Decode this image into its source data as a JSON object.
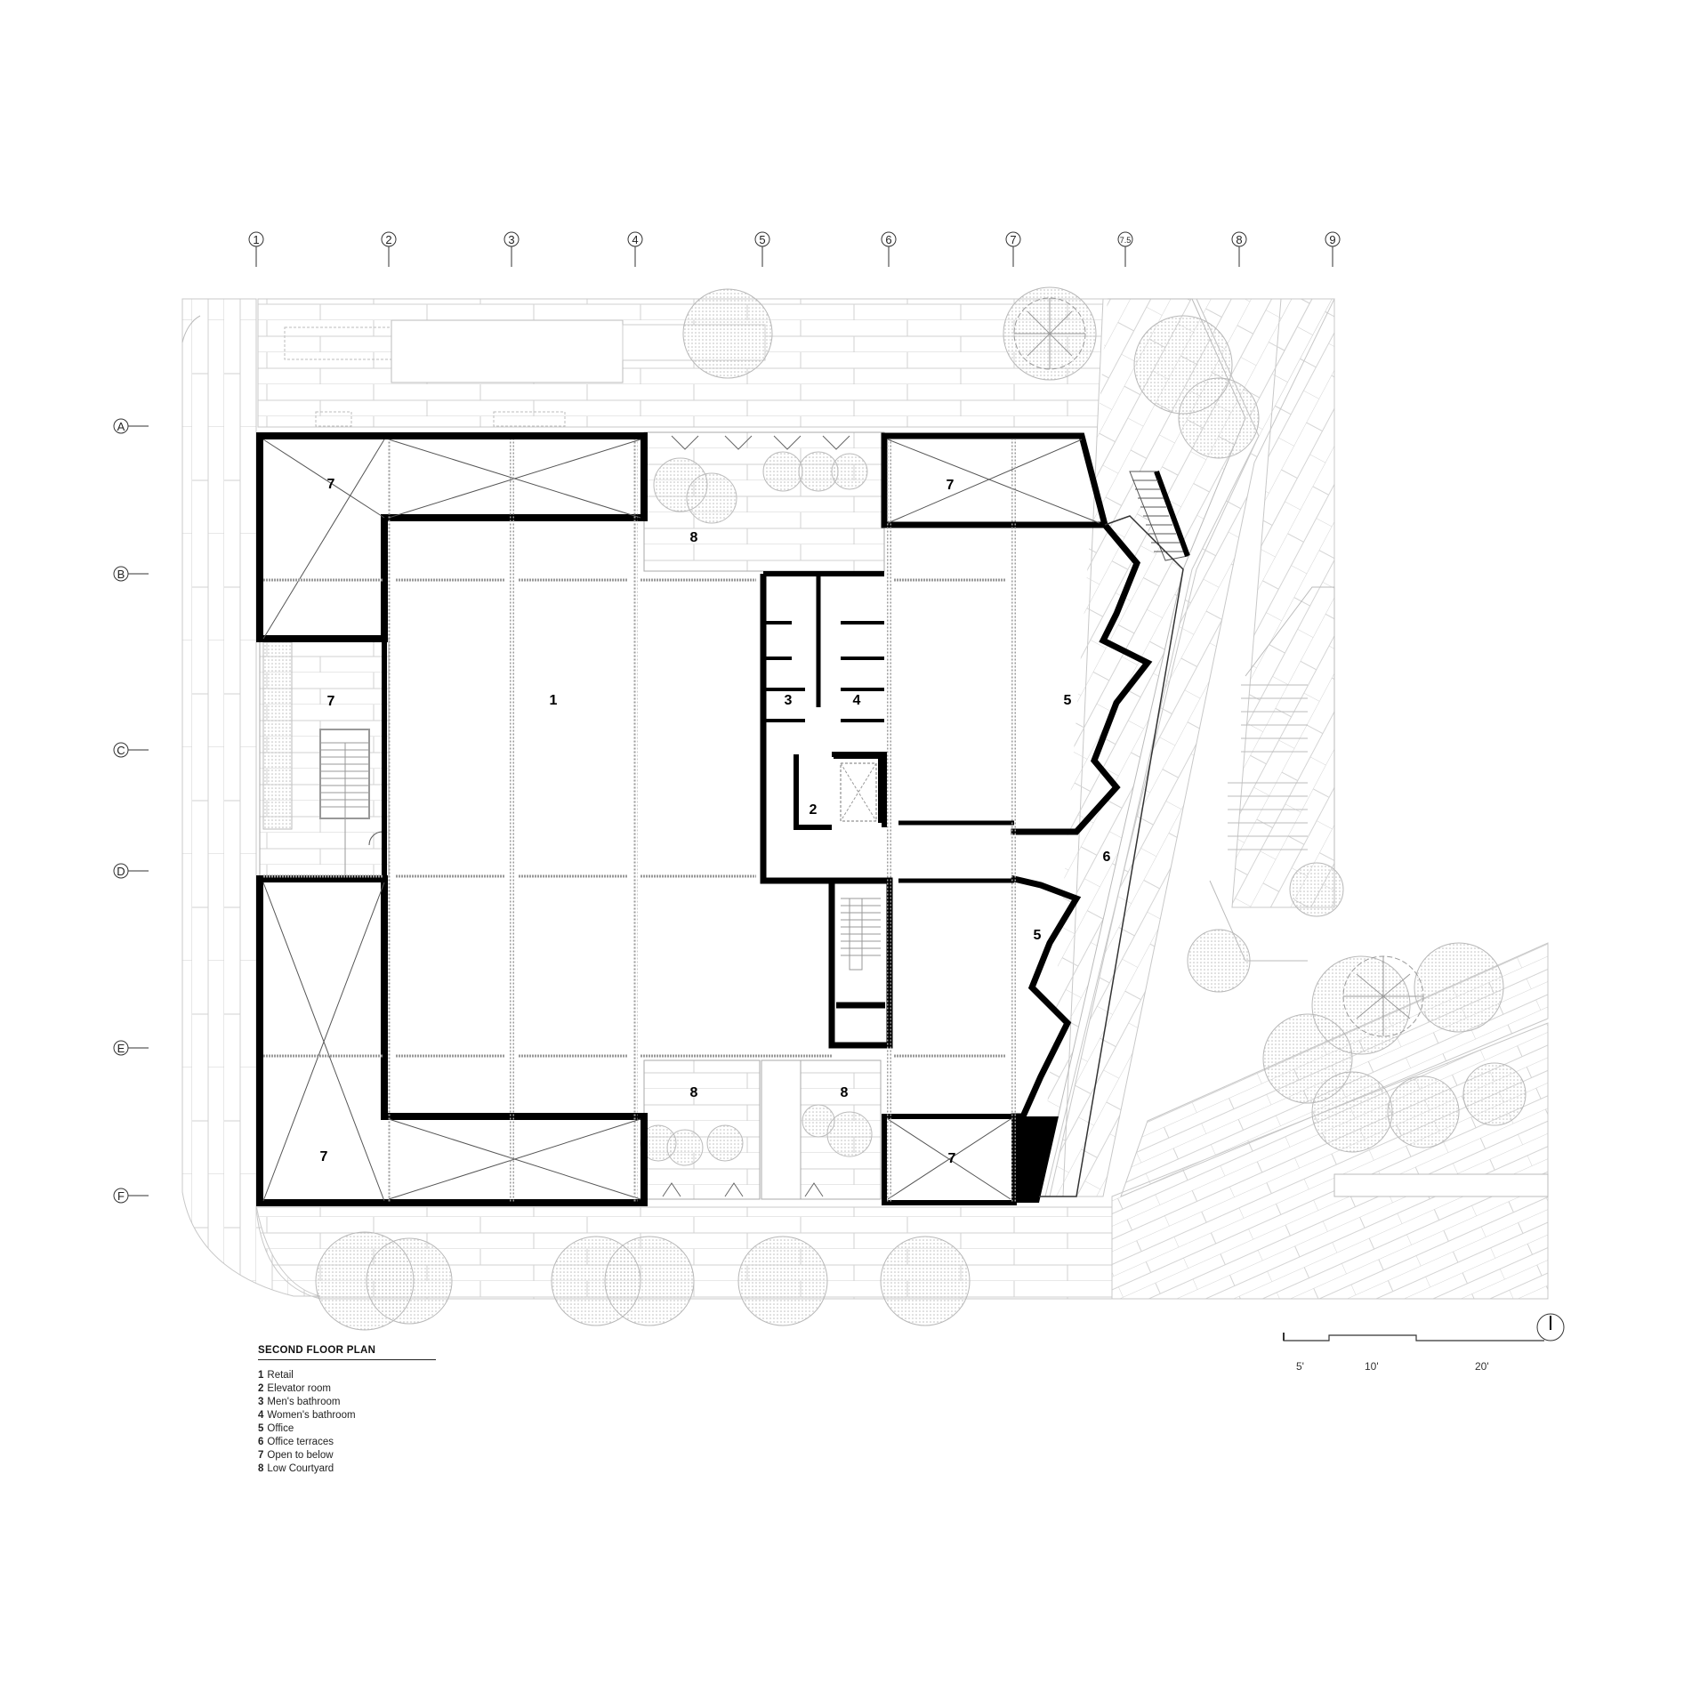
{
  "title": "SECOND FLOOR PLAN",
  "legend": [
    {
      "num": "1",
      "label": "Retail"
    },
    {
      "num": "2",
      "label": "Elevator room"
    },
    {
      "num": "3",
      "label": "Men's bathroom"
    },
    {
      "num": "4",
      "label": "Women's bathroom"
    },
    {
      "num": "5",
      "label": "Office"
    },
    {
      "num": "6",
      "label": "Office terraces"
    },
    {
      "num": "7",
      "label": "Open to below"
    },
    {
      "num": "8",
      "label": "Low Courtyard"
    }
  ],
  "grid": {
    "columns": [
      "1",
      "2",
      "3",
      "4",
      "5",
      "6",
      "7",
      "7.5",
      "8",
      "9"
    ],
    "rows": [
      "A",
      "B",
      "C",
      "D",
      "E",
      "F"
    ]
  },
  "room_labels": {
    "r1": "1",
    "r2": "2",
    "r3": "3",
    "r4": "4",
    "r5a": "5",
    "r5b": "5",
    "r6": "6",
    "r7a": "7",
    "r7b": "7",
    "r7c": "7",
    "r7d": "7",
    "r7e": "7",
    "r8a": "8",
    "r8b": "8",
    "r8c": "8"
  },
  "scale_bar": {
    "labels": [
      "5'",
      "10'",
      "20'"
    ]
  },
  "north_arrow": "north-arrow"
}
